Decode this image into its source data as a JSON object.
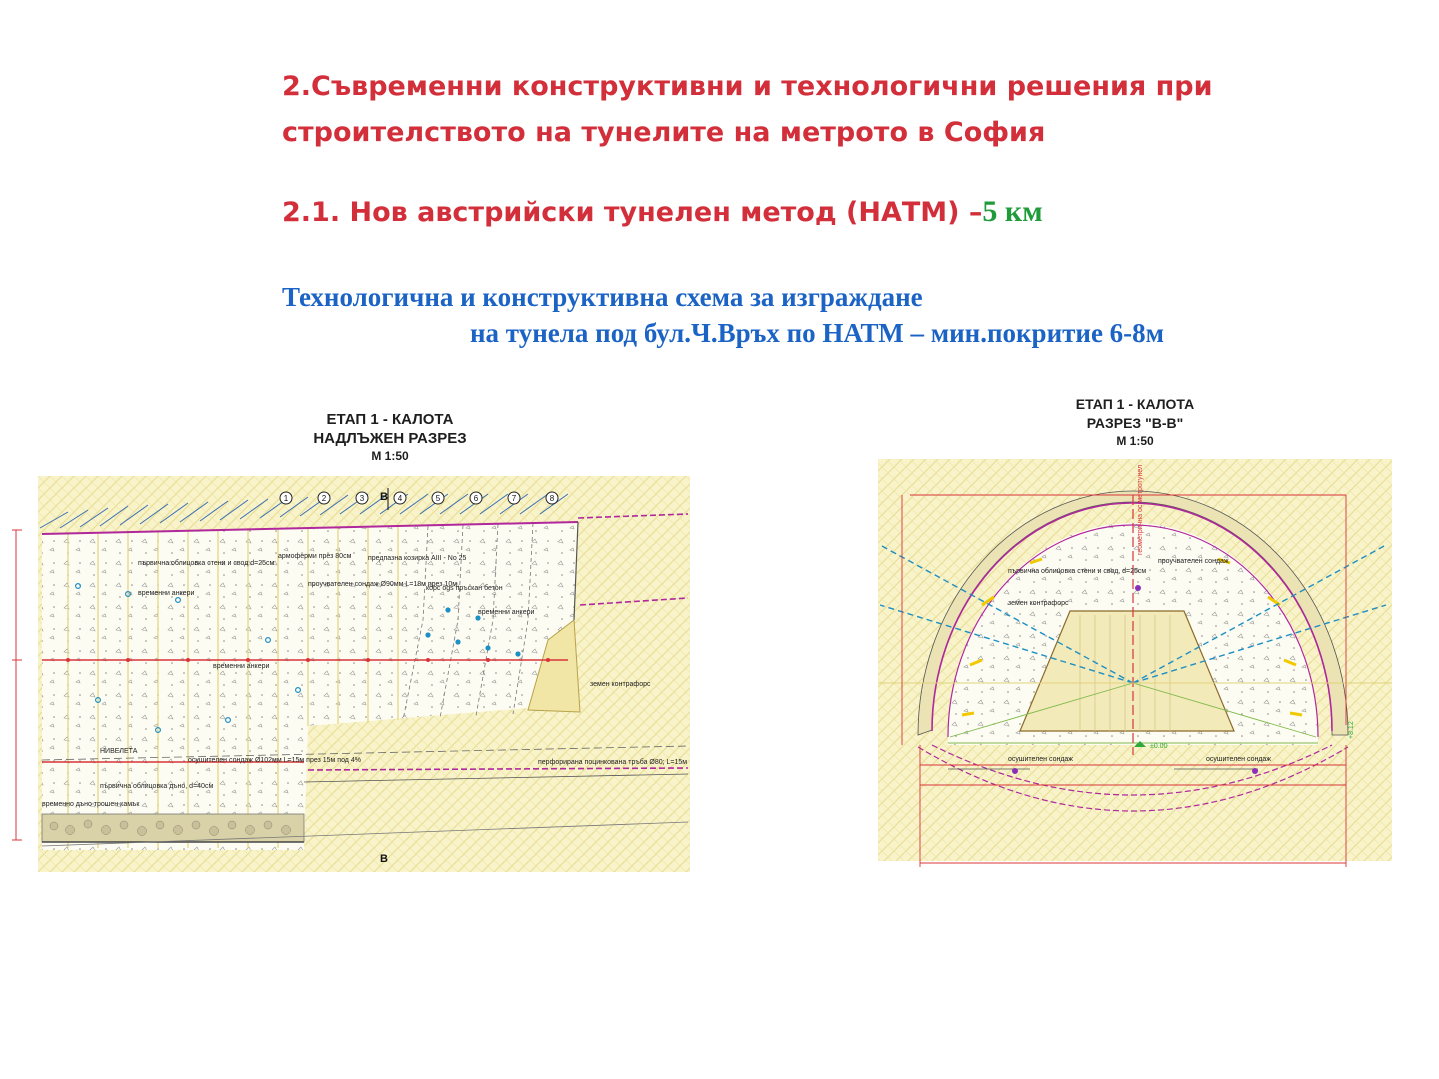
{
  "slide": {
    "title": "2.Съвременни конструктивни и технологични решения при строителството на тунелите на метрото в София",
    "section_prefix": "2.1. Нов австрийски тунелен метод (НАТМ) ",
    "section_dash": "–",
    "section_km": "5 км",
    "subtitle_line1": "Технологична и конструктивна  схема за изграждане",
    "subtitle_line2": "на тунела под бул.Ч.Връх по НАТМ – мин.покритие  6-8м"
  },
  "left_drawing": {
    "caption_line1": "ЕТАП  1  -  КАЛОТА",
    "caption_line2": "НАДЛЪЖЕН  РАЗРЕЗ",
    "scale": "М 1:50",
    "section_marks": [
      "1",
      "2",
      "3",
      "4",
      "5",
      "6",
      "7",
      "8"
    ],
    "cut_mark": "В",
    "labels": {
      "lining": "първична облицовка стени и свод  d=25см",
      "arches": "армоферми през 80см",
      "forepoling": "предпазна козирка АIII - No 25",
      "drill": "проучвателен сондаж Ø90мм  L=18м  през 10м",
      "shotcrete": "корс ogs пръскан бетон",
      "temp_anchors_1": "временни анкери",
      "temp_anchors_2": "временни анкери",
      "temp_anchors_3": "временни анкери",
      "counterfort": "земен контрафорс",
      "niveleta": "НИВЕЛЕТА",
      "drain_drill": "осушителен сондаж Ø102мм  L=15м  през 15м под 4%",
      "drain_pipe": "перфорирана поцинкована тръба Ø80; L=15м",
      "invert_lining": "първична облицовка дъно, d=40см",
      "temp_bottom": "временно дъно трошен камък"
    }
  },
  "right_drawing": {
    "caption_line1": "ЕТАП  1  -  КАЛОТА",
    "caption_line2": "РАЗРЕЗ  \"В-В\"",
    "scale": "М 1:50",
    "labels": {
      "axis": "геометрична ос метротунел",
      "drill": "проучвателен сондаж",
      "lining": "първична облицовка стени и свод, d=25см",
      "counterfort": "земен контрафорс",
      "drain_left": "осушителен сондаж",
      "drain_right": "осушителен сондаж",
      "level": "±0.00",
      "level_side": "+8.12"
    }
  },
  "colors": {
    "title_red": "#d32f3a",
    "km_green": "#1f9b3a",
    "subtitle_blue": "#1b63c4",
    "soil_fill": "#f8f3c8",
    "soil_hatch": "#e7dc92",
    "lining_magenta": "#b0289c",
    "anchor_red": "#d8343a",
    "drill_blue": "#1c8fc4"
  }
}
